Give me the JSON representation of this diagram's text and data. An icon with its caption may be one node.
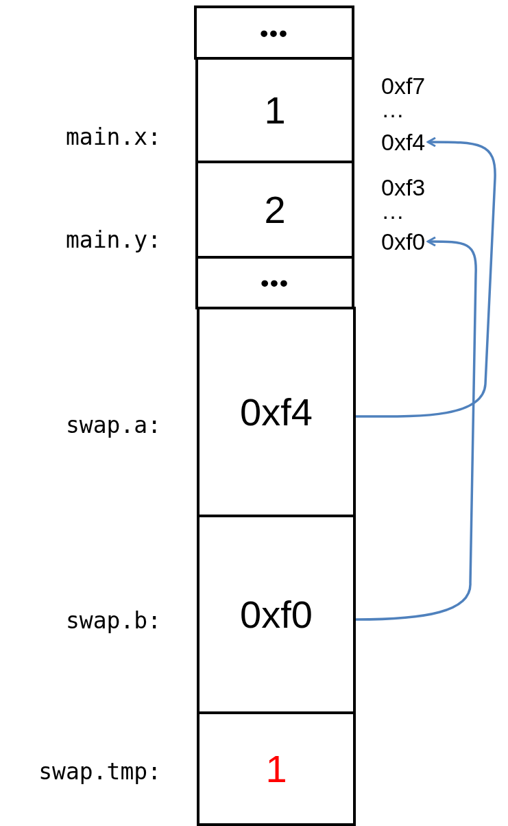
{
  "diagram": {
    "nodes": [
      {
        "text": [
          "•••"
        ]
      },
      {
        "text": [
          "1"
        ],
        "beside": [
          "main.x:"
        ]
      },
      {
        "text": [
          "2"
        ],
        "beside": [
          "main.y:"
        ]
      },
      {
        "text": [
          "•••"
        ]
      },
      {
        "text": [
          "0xf4"
        ],
        "beside": [
          "swap.a:"
        ]
      },
      {
        "text": [
          "0xf0"
        ],
        "beside": [
          "swap.b:"
        ]
      },
      {
        "text": [
          "1"
        ],
        "beside": [
          "swap.tmp:"
        ]
      },
      {
        "text": [
          "0xf4"
        ]
      },
      {
        "text": [
          "0xf0"
        ]
      }
    ],
    "edges": [
      {
        "from": 4,
        "to": 7,
        "arrow": "to"
      },
      {
        "from": 5,
        "to": 8,
        "arrow": "to"
      }
    ],
    "labels": [
      "0xf7",
      "…",
      "0xf3",
      "…"
    ]
  }
}
